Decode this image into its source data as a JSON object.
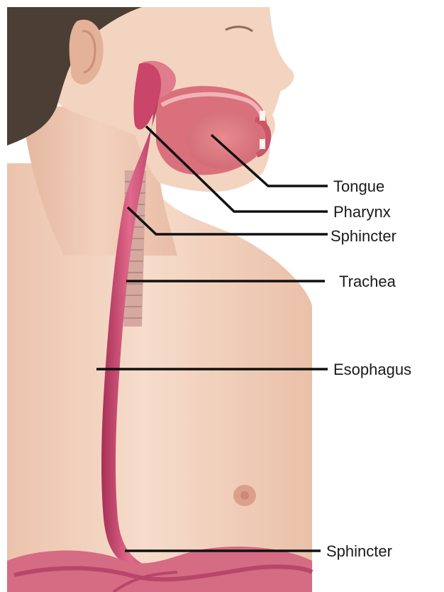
{
  "labels": {
    "tongue": "Tongue",
    "pharynx": "Pharynx",
    "upper_sphincter": "Sphincter",
    "trachea": "Trachea",
    "esophagus": "Esophagus",
    "lower_sphincter": "Sphincter"
  },
  "colors": {
    "skin": "#f2d3c0",
    "skin_shadow": "#e2b49c",
    "hair": "#4a3d33",
    "esophagus": "#c9456a",
    "mouth_interior": "#e58e94",
    "leader_line": "#111111"
  }
}
